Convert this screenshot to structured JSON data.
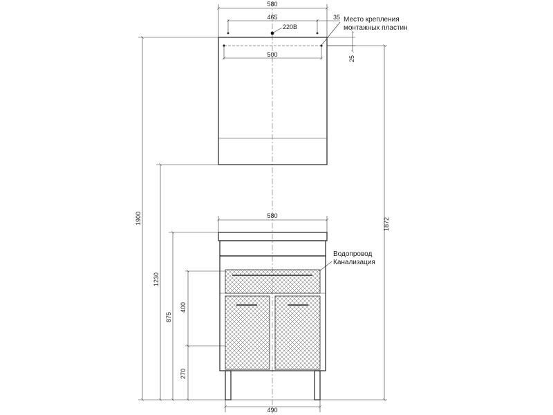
{
  "mirror": {
    "width_top": "580",
    "width_mount": "465",
    "edge_offset": "35",
    "mount_note_line1": "Место крепления",
    "mount_note_line2": "монтажных пластин",
    "socket_label": "220В",
    "width_bottom": "500",
    "mount_height": "25"
  },
  "vanity": {
    "width_top": "580",
    "width_bottom": "490",
    "pipes_line1": "Водопровод",
    "pipes_line2": "Канализация",
    "height_drawer": "400",
    "height_floor_pipes": "270"
  },
  "overall": {
    "height_total": "1900",
    "height_mirror_bottom": "1230",
    "height_vanity": "875",
    "height_mount": "1872"
  },
  "colors": {
    "line": "#222222",
    "background": "#ffffff"
  }
}
